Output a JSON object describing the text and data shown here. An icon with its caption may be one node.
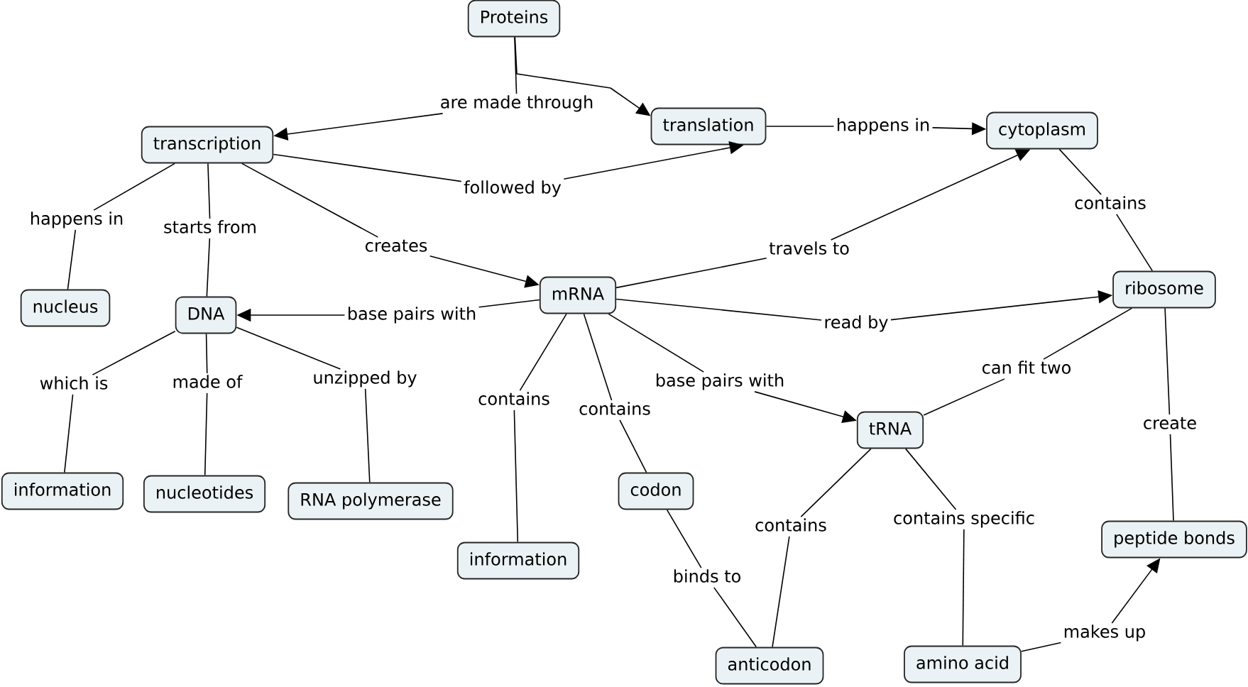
{
  "diagram": {
    "nodes": [
      {
        "text": [
          "Proteins"
        ]
      },
      {
        "text": [
          "transcription"
        ]
      },
      {
        "text": [
          "translation"
        ]
      },
      {
        "text": [
          "cytoplasm"
        ]
      },
      {
        "text": [
          "nucleus"
        ]
      },
      {
        "text": [
          "DNA"
        ]
      },
      {
        "text": [
          "mRNA"
        ]
      },
      {
        "text": [
          "ribosome"
        ]
      },
      {
        "text": [
          "tRNA"
        ]
      },
      {
        "text": [
          "information"
        ]
      },
      {
        "text": [
          "nucleotides"
        ]
      },
      {
        "text": [
          "RNA polymerase"
        ]
      },
      {
        "text": [
          "codon"
        ]
      },
      {
        "text": [
          "information"
        ]
      },
      {
        "text": [
          "peptide bonds"
        ]
      },
      {
        "text": [
          "anticodon"
        ]
      },
      {
        "text": [
          "amino acid"
        ]
      }
    ],
    "edges": [
      {
        "from": 0,
        "to": 1,
        "arrow": "to",
        "label": "are made through"
      },
      {
        "from": 0,
        "to": 2,
        "arrow": "to"
      },
      {
        "from": 1,
        "to": 2,
        "arrow": "to",
        "label": "followed by"
      },
      {
        "from": 2,
        "to": 3,
        "arrow": "to",
        "label": "happens in"
      },
      {
        "from": 1,
        "to": 4,
        "arrow": "none",
        "label": "happens in"
      },
      {
        "from": 1,
        "to": 5,
        "arrow": "none",
        "label": "starts from"
      },
      {
        "from": 1,
        "to": 6,
        "arrow": "to",
        "label": "creates"
      },
      {
        "from": 6,
        "to": 5,
        "arrow": "to",
        "label": "base pairs with"
      },
      {
        "from": 6,
        "to": 3,
        "arrow": "to",
        "label": "travels to"
      },
      {
        "from": 3,
        "to": 7,
        "arrow": "none",
        "label": "contains"
      },
      {
        "from": 6,
        "to": 7,
        "arrow": "to",
        "label": "read by"
      },
      {
        "from": 5,
        "to": 9,
        "arrow": "none",
        "label": "which is"
      },
      {
        "from": 5,
        "to": 10,
        "arrow": "none",
        "label": "made of"
      },
      {
        "from": 5,
        "to": 11,
        "arrow": "none",
        "label": "unzipped by"
      },
      {
        "from": 6,
        "to": 13,
        "arrow": "none",
        "label": "contains"
      },
      {
        "from": 6,
        "to": 12,
        "arrow": "none",
        "label": "contains"
      },
      {
        "from": 6,
        "to": 8,
        "arrow": "to",
        "label": "base pairs with"
      },
      {
        "from": 7,
        "to": 8,
        "arrow": "none",
        "label": "can fit two"
      },
      {
        "from": 7,
        "to": 14,
        "arrow": "none",
        "label": "create"
      },
      {
        "from": 8,
        "to": 15,
        "arrow": "none",
        "label": "contains"
      },
      {
        "from": 8,
        "to": 16,
        "arrow": "none",
        "label": "contains specific"
      },
      {
        "from": 12,
        "to": 15,
        "arrow": "none",
        "label": "binds to"
      },
      {
        "from": 16,
        "to": 14,
        "arrow": "to",
        "label": "makes up"
      }
    ]
  }
}
